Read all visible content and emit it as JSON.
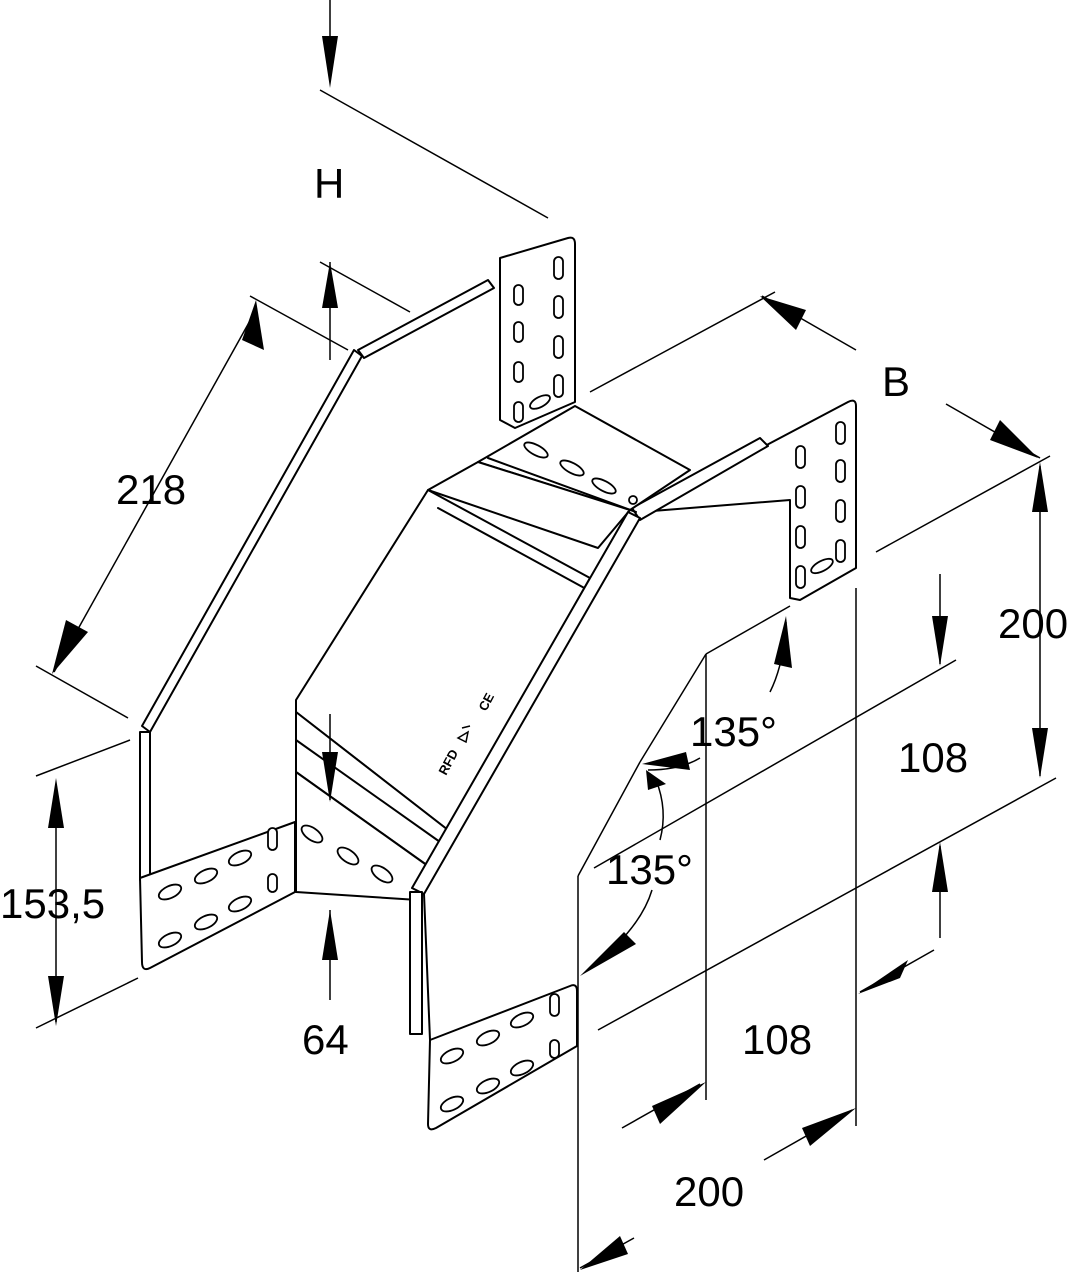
{
  "labels": {
    "H": "H",
    "B": "B",
    "dim_218": "218",
    "dim_153_5": "153,5",
    "dim_64": "64",
    "dim_200_right": "200",
    "dim_108_right": "108",
    "dim_108_bottom": "108",
    "dim_200_bottom": "200",
    "angle_upper": "135°",
    "angle_lower": "135°",
    "marking_rfd": "RFD",
    "marking_ce": "CE"
  },
  "colors": {
    "line": "#000000",
    "background": "#ffffff"
  }
}
